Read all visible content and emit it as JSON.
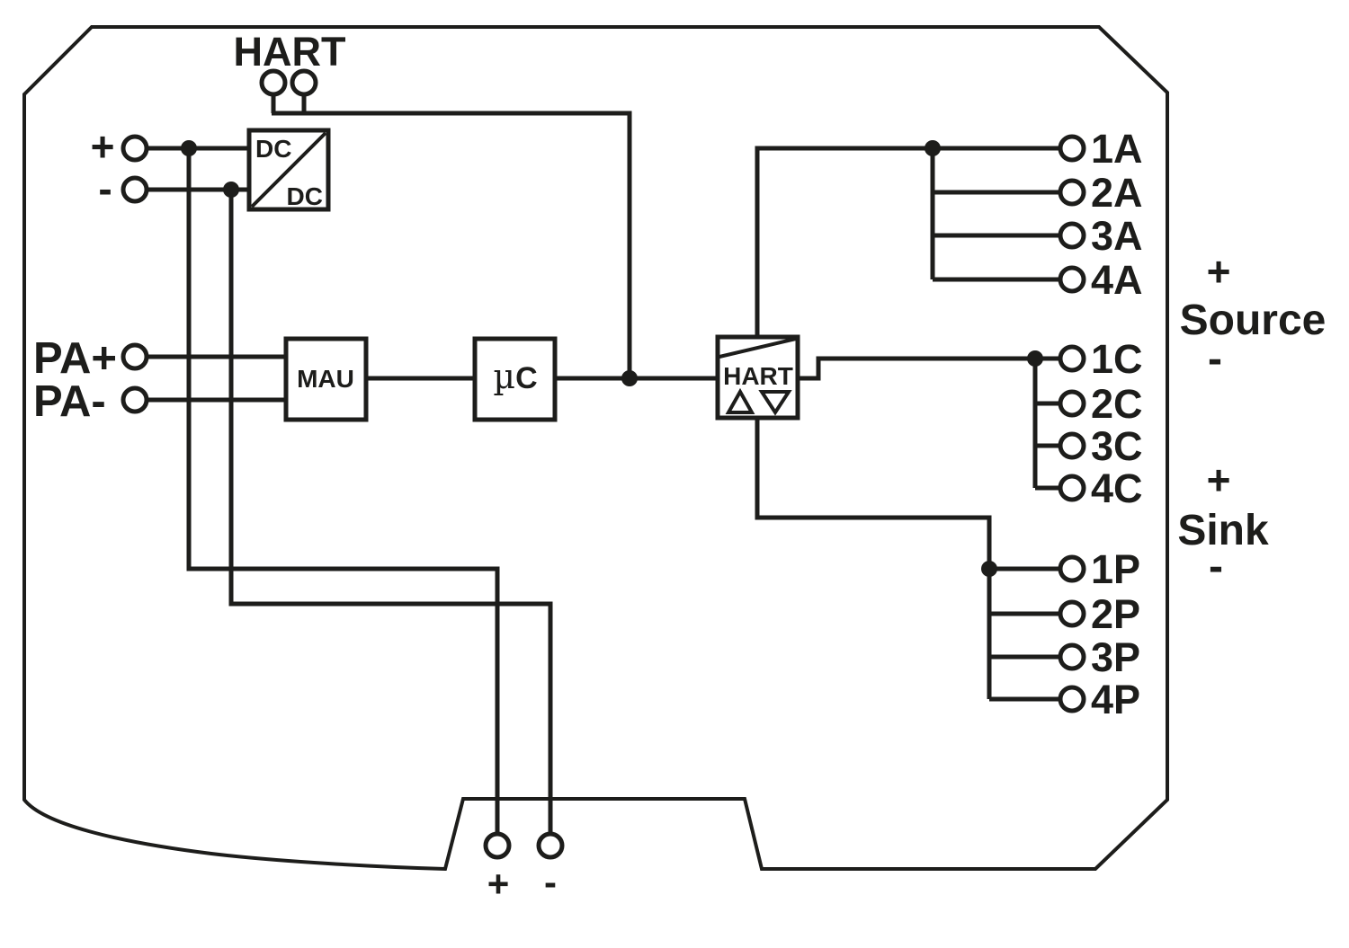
{
  "diagram": {
    "hart_top_label": "HART",
    "supply_plus": "+",
    "supply_minus": "-",
    "pa_plus": "PA+",
    "pa_minus": "PA-",
    "blocks": {
      "dcdc_top": "DC",
      "dcdc_bottom": "DC",
      "mau": "MAU",
      "uc_mu": "µ",
      "uc_c": "C",
      "hart": "HART"
    },
    "outputs_a": [
      "1A",
      "2A",
      "3A",
      "4A"
    ],
    "outputs_c": [
      "1C",
      "2C",
      "3C",
      "4C"
    ],
    "outputs_p": [
      "1P",
      "2P",
      "3P",
      "4P"
    ],
    "source": {
      "plus": "+",
      "label": "Source",
      "minus": "-"
    },
    "sink": {
      "plus": "+",
      "label": "Sink",
      "minus": "-"
    },
    "bottom_plus": "+",
    "bottom_minus": "-",
    "colors": {
      "ink": "#1d1d1b",
      "background": "#ffffff"
    }
  }
}
